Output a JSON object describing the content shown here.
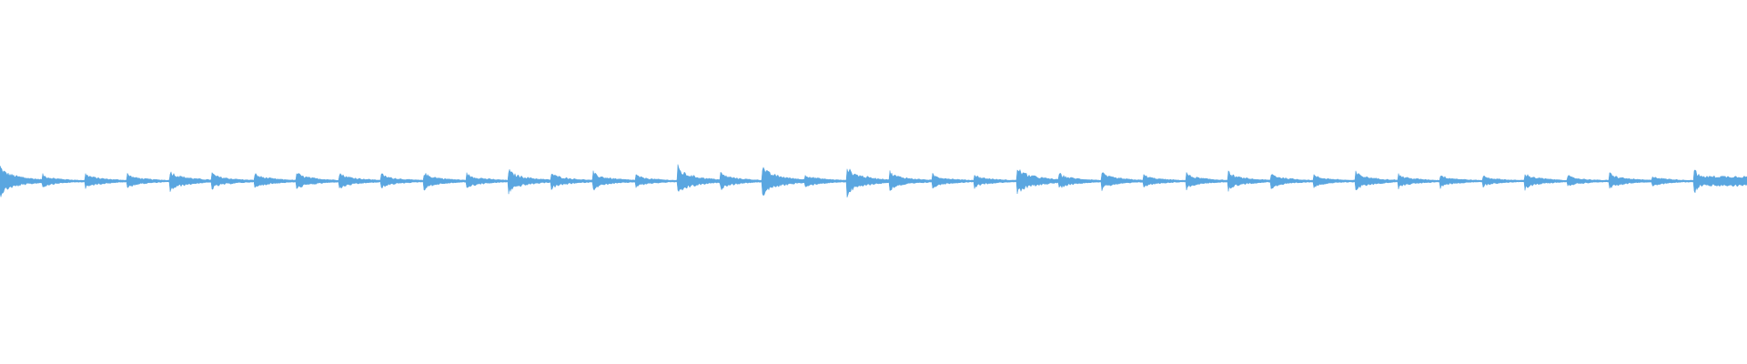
{
  "waveform": {
    "wave_color": "#5aa6e0",
    "background_color": "#ffffff",
    "beat_count": 41,
    "beat_peaks": [
      1.0,
      0.45,
      0.55,
      0.5,
      0.75,
      0.55,
      0.55,
      0.6,
      0.6,
      0.5,
      0.6,
      0.55,
      0.8,
      0.6,
      0.6,
      0.45,
      0.95,
      0.6,
      1.0,
      0.5,
      0.95,
      0.65,
      0.5,
      0.45,
      1.0,
      0.55,
      0.6,
      0.45,
      0.55,
      0.6,
      0.55,
      0.45,
      0.65,
      0.5,
      0.45,
      0.4,
      0.55,
      0.4,
      0.55,
      0.4,
      0.75
    ],
    "final_sustain_level": 0.4
  }
}
